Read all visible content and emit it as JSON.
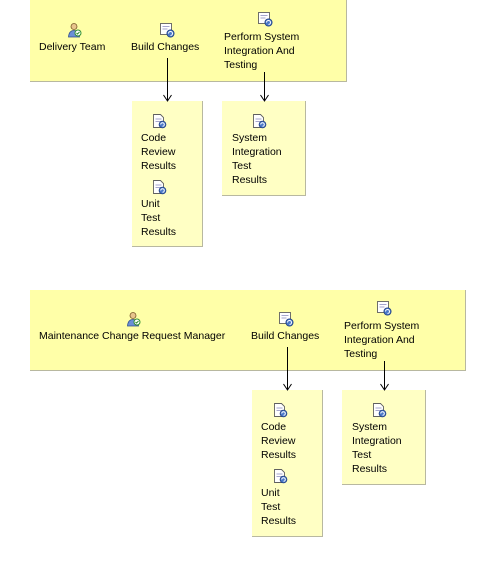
{
  "diagram1": {
    "role": "Delivery Team",
    "task1": "Build Changes",
    "task2": "Perform System\nIntegration And\nTesting",
    "products1": [
      "Code\nReview\nResults",
      "Unit\nTest\nResults"
    ],
    "products2": [
      "System\nIntegration\nTest\nResults"
    ]
  },
  "diagram2": {
    "role": "Maintenance Change Request Manager",
    "task1": "Build Changes",
    "task2": "Perform System\nIntegration And\nTesting",
    "products1": [
      "Code\nReview\nResults",
      "Unit\nTest\nResults"
    ],
    "products2": [
      "System\nIntegration\nTest\nResults"
    ]
  },
  "icons": {
    "role": "role-person-icon",
    "task": "task-gear-icon",
    "work_product": "work-product-document-icon"
  },
  "colors": {
    "panel": "#ffffa8",
    "note": "#ffffc4",
    "arrow": "#000000"
  }
}
